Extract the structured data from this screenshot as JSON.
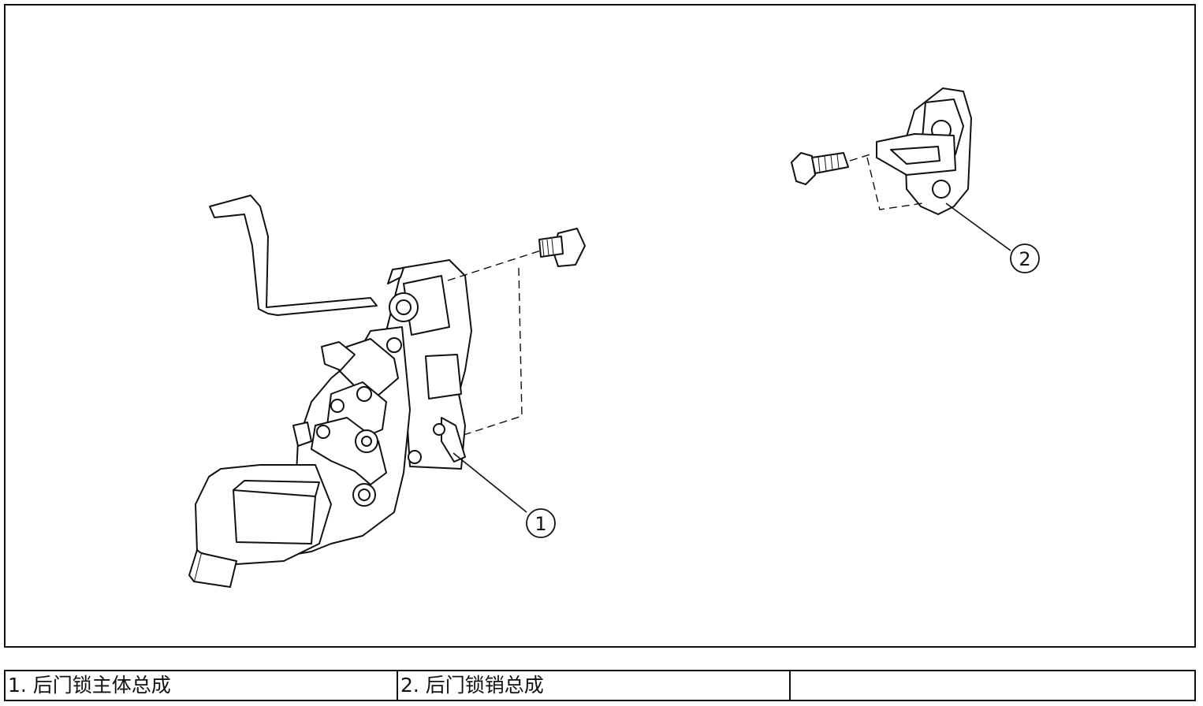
{
  "callouts": [
    {
      "num": "1"
    },
    {
      "num": "2"
    }
  ],
  "legend": {
    "item1": "1. 后门锁主体总成",
    "item2": "2. 后门锁销总成",
    "item3": ""
  },
  "colors": {
    "line": "#111111",
    "background": "#ffffff"
  }
}
